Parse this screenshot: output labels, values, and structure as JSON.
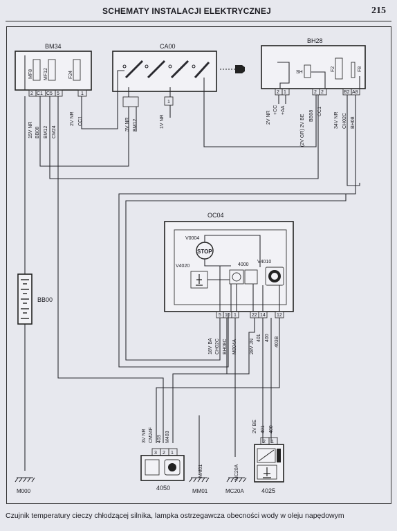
{
  "header": {
    "title": "SCHEMATY INSTALACJI ELEKTRYCZNEJ",
    "page_number": "215"
  },
  "components": {
    "bm34": {
      "label": "BM34",
      "fuses": [
        "MF8",
        "MF12",
        "F24"
      ],
      "pins": [
        "2",
        "C1",
        "C5",
        "5",
        "1"
      ]
    },
    "ca00": {
      "label": "CA00"
    },
    "bh28": {
      "label": "BH28",
      "fuses": [
        "F2",
        "F8"
      ],
      "switch": "SH",
      "pins": [
        "2",
        "1",
        "2",
        "2",
        "B2",
        "A8"
      ]
    },
    "oc04": {
      "label": "OC04",
      "pins": [
        "5",
        "10",
        "1",
        "22",
        "14",
        "12"
      ]
    },
    "v0004": {
      "label": "V0004",
      "sign": "STOP"
    },
    "v4020": {
      "label": "V4020"
    },
    "c4000": {
      "label": "4000"
    },
    "v4010": {
      "label": "V4010"
    },
    "bb00": {
      "label": "BB00"
    },
    "c4050": {
      "label": "4050",
      "pins": [
        "3",
        "2",
        "1"
      ]
    },
    "c4025": {
      "label": "4025",
      "pins": [
        "2",
        "1"
      ]
    }
  },
  "wire_labels": {
    "bm34_1": "15V NR",
    "bm34_2": "BB08",
    "bm34_3": "BM12",
    "bm34_4": "CM24",
    "bm34_5": "2V NR",
    "bm34_6": "CC1",
    "ca00_left_1": "3V NR",
    "ca00_left_2": "BM12",
    "ca00_right": "1V NR",
    "ca00_right_pin": "1",
    "bh28_a": "2V NR",
    "bh28_b": "+CC",
    "bh28_c": "+AA",
    "bh28_d": "(2V GR) 2V BE",
    "bh28_e": "BB08",
    "bh28_f": "CC1",
    "bh28_g": "34V NR",
    "bh28_h": "CH02C",
    "bh28_i": "BH08",
    "oc04_a": "18V BA",
    "oc04_b": "CH02C",
    "oc04_c": "BH08C",
    "oc04_d": "M004A",
    "oc04_e": "28V JN",
    "oc04_f": "401",
    "oc04_g": "400",
    "oc04_h": "403B",
    "c4050_a": "3V NR",
    "c4050_b": "CM24F",
    "c4050_c": "403",
    "c4050_d": "M403",
    "c4025_a": "2V BE",
    "c4025_b": "401",
    "c4025_c": "400"
  },
  "grounds": {
    "m000": "M000",
    "mm01": "MM01",
    "mm01_label": "MM01",
    "mc20a": "MC20A",
    "mc20a_label": "MC20A"
  },
  "caption": "Czujnik temperatury cieczy chłodzącej silnika, lampka ostrzegawcza obecności wody w oleju napędowym"
}
